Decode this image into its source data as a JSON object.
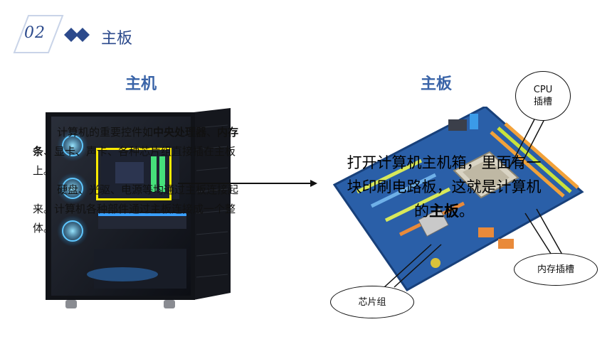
{
  "header": {
    "number": "02",
    "title": "主板"
  },
  "left": {
    "title": "主机",
    "paragraph1": {
      "pre": "计算机的重要控件如",
      "bold1": "中央处理器",
      "mid": "、",
      "bold2": "内存条",
      "post": "、显卡、声卡、各种芯片组直接插在主板上。"
    },
    "paragraph2": "硬盘、光驱、电源等均通过主板连接起来。计算机各种部件通过主板连接成一个整体。"
  },
  "right": {
    "title": "主板",
    "text_pre": "打开计算机主机箱，里面有一块印刷电路板，这就是计算机的",
    "text_bold": "主板",
    "text_end": "。"
  },
  "callouts": {
    "cpu": "CPU\n插槽",
    "memory": "内存插槽",
    "chipset": "芯片组"
  },
  "colors": {
    "accent": "#2c4a8c",
    "title": "#3a64a8",
    "highlight": "#ffeb00",
    "board": "#2a5fa8"
  }
}
